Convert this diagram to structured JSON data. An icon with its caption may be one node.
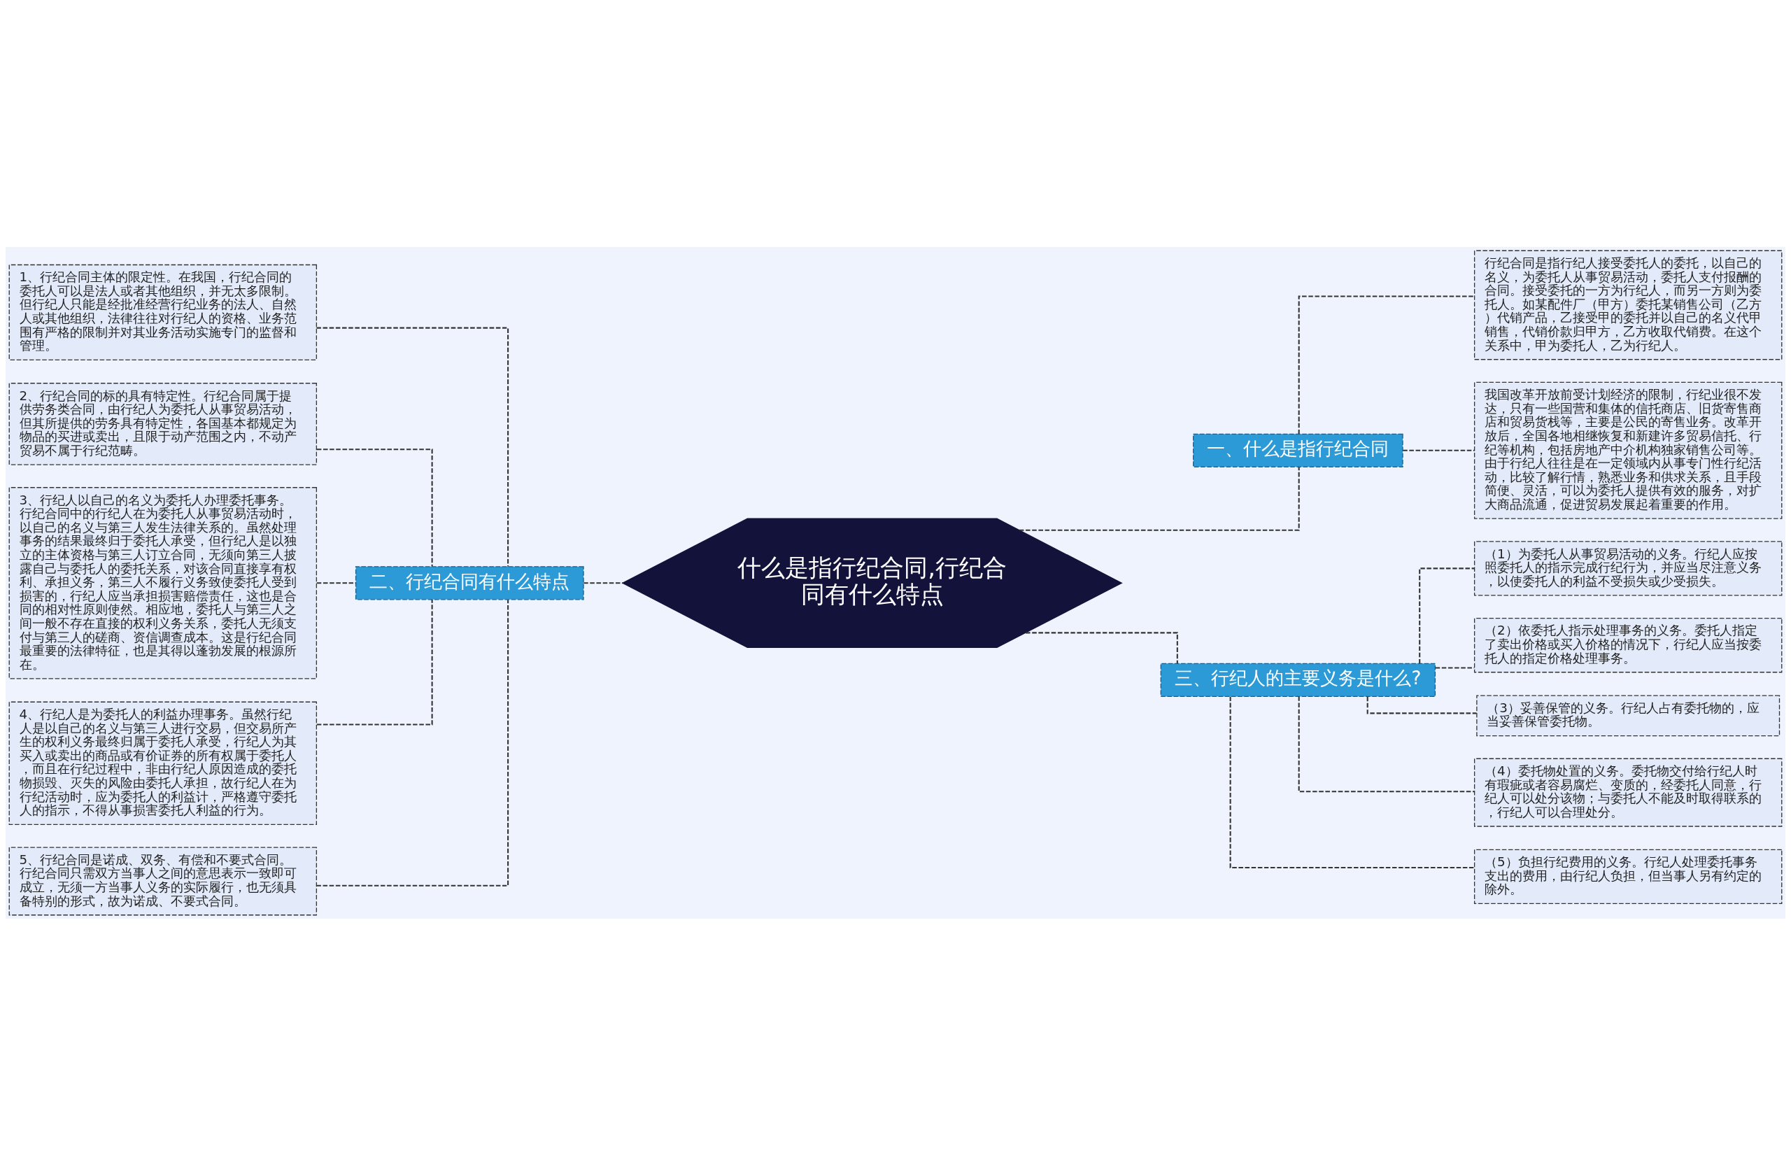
{
  "diagram": {
    "nodes": [
      {
        "text": [
          "什么是指行纪合同,行纪合同有什么特点"
        ]
      },
      {
        "text": [
          "一、什么是指行纪合同"
        ]
      },
      {
        "text": [
          "行纪合同是指行纪人接受委托人的委托，以自己的名义，为委托人从事贸易活动，委托人支付报酬的合同。接受委托的一方为行纪人，而另一方则为委托人。如某配件厂（甲方）委托某销售公司（乙方）代销产品，乙接受甲的委托并以自己的名义代甲销售，代销价款归甲方，乙方收取代销费。在这个关系中，甲为委托人，乙为行纪人。"
        ]
      },
      {
        "text": [
          "我国改革开放前受计划经济的限制，行纪业很不发达，只有一些国营和集体的信托商店、旧货寄售商店和贸易货栈等，主要是公民的寄售业务。改革开放后，全国各地相继恢复和新建许多贸易信托、行纪等机构，包括房地产中介机构独家销售公司等。由于行纪人往往是在一定领域内从事专门性行纪活动，比较了解行情，熟悉业务和供求关系，且手段简便、灵活，可以为委托人提供有效的服务，对扩大商品流通，促进贸易发展起着重要的作用。"
        ]
      },
      {
        "text": [
          "二、行纪合同有什么特点"
        ]
      },
      {
        "text": [
          "1、行纪合同主体的限定性。在我国，行纪合同的委托人可以是法人或者其他组织，并无太多限制。但行纪人只能是经批准经营行纪业务的法人、自然人或其他组织，法律往往对行纪人的资格、业务范围有严格的限制并对其业务活动实施专门的监督和管理。"
        ]
      },
      {
        "text": [
          "2、行纪合同的标的具有特定性。行纪合同属于提供劳务类合同，由行纪人为委托人从事贸易活动，但其所提供的劳务具有特定性，各国基本都规定为物品的买进或卖出，且限于动产范围之内，不动产贸易不属于行纪范畴。"
        ]
      },
      {
        "text": [
          "3、行纪人以自己的名义为委托人办理委托事务。行纪合同中的行纪人在为委托人从事贸易活动时，以自己的名义与第三人发生法律关系的。虽然处理事务的结果最终归于委托人承受，但行纪人是以独立的主体资格与第三人订立合同，无须向第三人披露自己与委托人的委托关系，对该合同直接享有权利、承担义务，第三人不履行义务致使委托人受到损害的，行纪人应当承担损害赔偿责任，这也是合同的相对性原则使然。相应地，委托人与第三人之间一般不存在直接的权利义务关系，委托人无须支付与第三人的磋商、资信调查成本。这是行纪合同最重要的法律特征，也是其得以蓬勃发展的根源所在。"
        ]
      },
      {
        "text": [
          "4、行纪人是为委托人的利益办理事务。虽然行纪人是以自己的名义与第三人进行交易，但交易所产生的权利义务最终归属于委托人承受，行纪人为其买入或卖出的商品或有价证券的所有权属于委托人，而且在行纪过程中，非由行纪人原因造成的委托物损毁、灭失的风险由委托人承担，故行纪人在为行纪活动时，应为委托人的利益计，严格遵守委托人的指示，不得从事损害委托人利益的行为。"
        ]
      },
      {
        "text": [
          "5、行纪合同是诺成、双务、有偿和不要式合同。行纪合同只需双方当事人之间的意思表示一致即可成立，无须一方当事人义务的实际履行，也无须具备特别的形式，故为诺成、不要式合同。"
        ]
      },
      {
        "text": [
          "三、行纪人的主要义务是什么?"
        ]
      },
      {
        "text": [
          "（1）为委托人从事贸易活动的义务。行纪人应按照委托人的指示完成行纪行为，并应当尽注意义务，以使委托人的利益不受损失或少受损失。"
        ]
      },
      {
        "text": [
          "（2）依委托人指示处理事务的义务。委托人指定了卖出价格或买入价格的情况下，行纪人应当按委托人的指定价格处理事务。"
        ]
      },
      {
        "text": [
          "（3）妥善保管的义务。行纪人占有委托物的，应当妥善保管委托物。"
        ]
      },
      {
        "text": [
          "（4）委托物处置的义务。委托物交付给行纪人时有瑕疵或者容易腐烂、变质的，经委托人同意，行纪人可以处分该物；与委托人不能及时取得联系的，行纪人可以合理处分。"
        ]
      },
      {
        "text": [
          "（5）负担行纪费用的义务。行纪人处理委托事务支出的费用，由行纪人负担，但当事人另有约定的除外。"
        ]
      }
    ],
    "edges": [
      {
        "from": 0,
        "to": 1,
        "arrow": "none",
        "style": "dashed"
      },
      {
        "from": 1,
        "to": 2,
        "arrow": "none",
        "style": "dashed"
      },
      {
        "from": 1,
        "to": 3,
        "arrow": "none",
        "style": "dashed"
      },
      {
        "from": 0,
        "to": 4,
        "arrow": "none",
        "style": "dashed"
      },
      {
        "from": 4,
        "to": 5,
        "arrow": "none",
        "style": "dashed"
      },
      {
        "from": 4,
        "to": 6,
        "arrow": "none",
        "style": "dashed"
      },
      {
        "from": 4,
        "to": 7,
        "arrow": "none",
        "style": "dashed"
      },
      {
        "from": 4,
        "to": 8,
        "arrow": "none",
        "style": "dashed"
      },
      {
        "from": 4,
        "to": 9,
        "arrow": "none",
        "style": "dashed"
      },
      {
        "from": 0,
        "to": 10,
        "arrow": "none",
        "style": "dashed"
      },
      {
        "from": 10,
        "to": 11,
        "arrow": "none",
        "style": "dashed"
      },
      {
        "from": 10,
        "to": 12,
        "arrow": "none",
        "style": "dashed"
      },
      {
        "from": 10,
        "to": 13,
        "arrow": "none",
        "style": "dashed"
      },
      {
        "from": 10,
        "to": 14,
        "arrow": "none",
        "style": "dashed"
      },
      {
        "from": 10,
        "to": 15,
        "arrow": "none",
        "style": "dashed"
      }
    ]
  }
}
